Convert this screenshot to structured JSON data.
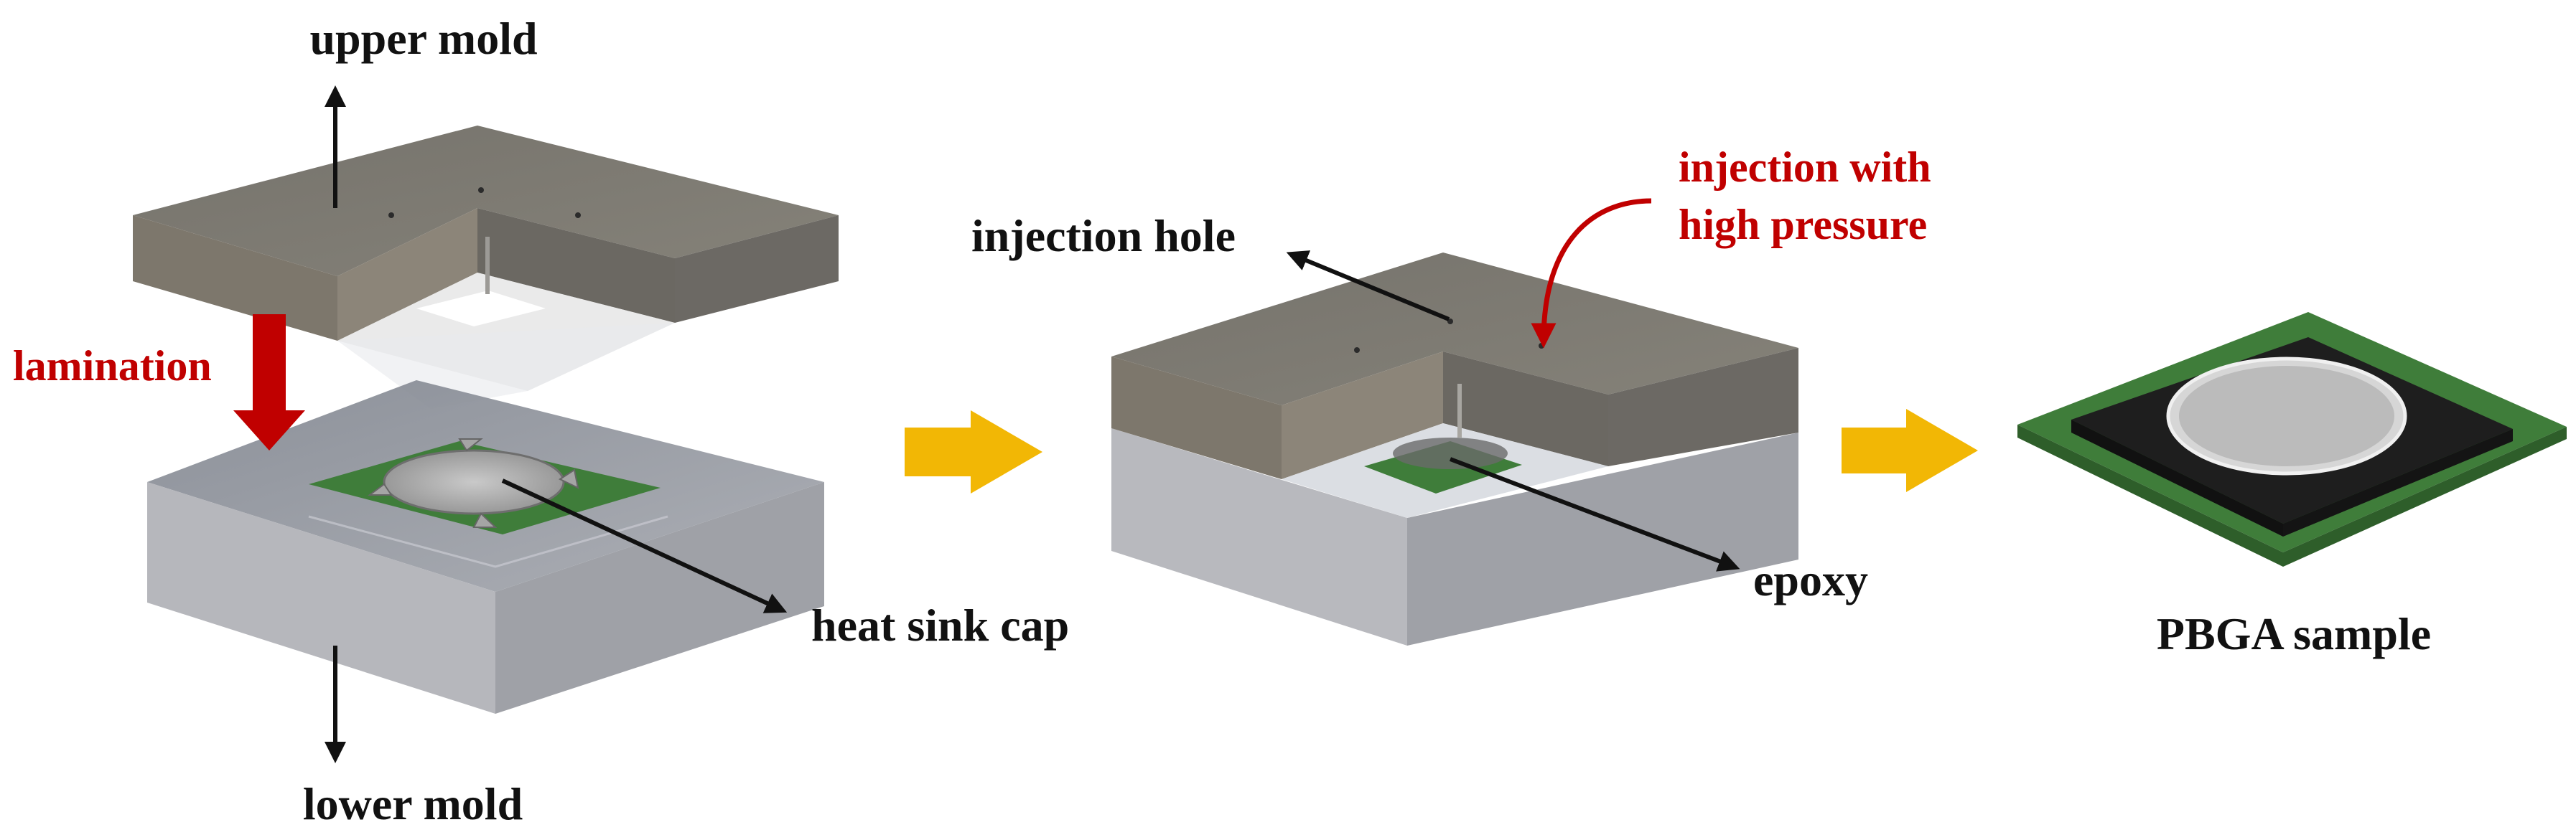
{
  "labels": {
    "upper_mold": "upper mold",
    "lower_mold": "lower mold",
    "lamination": "lamination",
    "heat_sink_cap": "heat sink cap",
    "injection_hole": "injection hole",
    "injection_pressure_line1": "injection with",
    "injection_pressure_line2": "high pressure",
    "epoxy": "epoxy",
    "pbga_sample": "PBGA sample"
  },
  "colors": {
    "mold_top": "#7b7872",
    "mold_side_front": "#8a8275",
    "mold_side_right": "#6e6b66",
    "lower_mold_top": "#8d929b",
    "lower_mold_side": "#b3b4b9",
    "pcb_green": "#3f7d3a",
    "package_black": "#1e1e1e",
    "heat_sink": "#b9b6b0",
    "process_arrow": "#f2b705",
    "lamination_arrow": "#c00000",
    "label_red": "#c00000"
  },
  "icons": [
    "process-arrow-icon",
    "lamination-arrow-icon",
    "pointer-arrow-icon"
  ]
}
